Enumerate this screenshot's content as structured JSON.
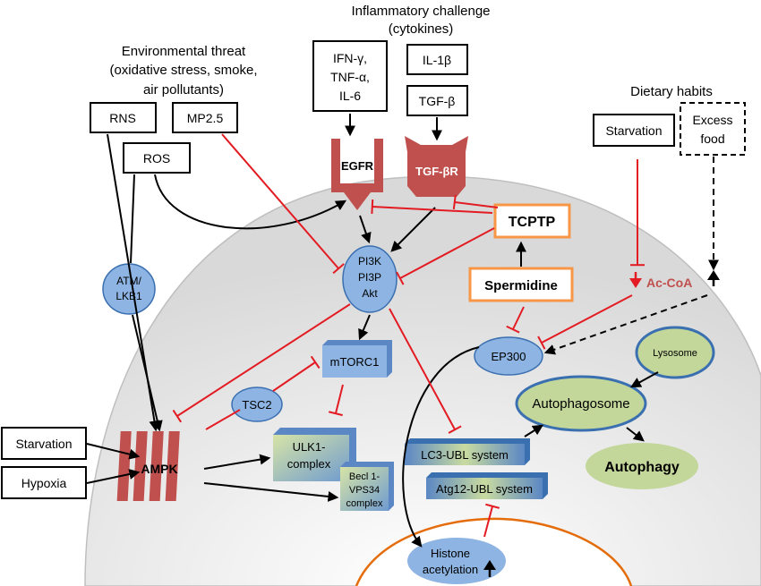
{
  "headers": {
    "inflammatory_1": "Inflammatory challenge",
    "inflammatory_2": "(cytokines)",
    "environmental_1": "Environmental threat",
    "environmental_2": "(oxidative stress, smoke,",
    "environmental_3": "air pollutants)",
    "dietary": "Dietary habits"
  },
  "boxes": {
    "rns": "RNS",
    "mp25": "MP2.5",
    "ros": "ROS",
    "cyto_1": "IFN-γ,",
    "cyto_2": "TNF-α,",
    "cyto_3": "IL-6",
    "il1b": "IL-1β",
    "tgfb": "TGF-β",
    "starvation_top": "Starvation",
    "excess_1": "Excess",
    "excess_2": "food",
    "starvation_left": "Starvation",
    "hypoxia": "Hypoxia"
  },
  "nodes": {
    "egfr": "EGFR",
    "tgfbr": "TGF-βR",
    "tcptp": "TCPTP",
    "spermidine": "Spermidine",
    "atm_1": "ATM/",
    "atm_2": "LKB1",
    "pi3k_1": "PI3K",
    "pi3k_2": "PI3P",
    "pi3k_3": "Akt",
    "acoa": "Ac-CoA",
    "ep300": "EP300",
    "lysosome": "Lysosome",
    "mtorc1": "mTORC1",
    "tsc2": "TSC2",
    "autophagosome": "Autophagosome",
    "ampk": "AMPK",
    "ulk_1": "ULK1-",
    "ulk_2": "complex",
    "becl_1": "Becl 1-",
    "becl_2": "VPS34",
    "becl_3": "complex",
    "lc3": "LC3-UBL system",
    "atg12": "Atg12-UBL system",
    "autophagy": "Autophagy",
    "histone_1": "Histone",
    "histone_2": "acetylation"
  },
  "colors": {
    "inhibit": "#e31b23",
    "activate": "#000000",
    "receptor": "#c0504d",
    "ellipse_fill": "#8db4e2",
    "ellipse_stroke": "#3a6fb0",
    "green_fill": "#c4d79b",
    "cell_fill": "#e6e6e6",
    "nucleus_stroke": "#e46c0a",
    "tcptp_stroke": "#f79646"
  }
}
